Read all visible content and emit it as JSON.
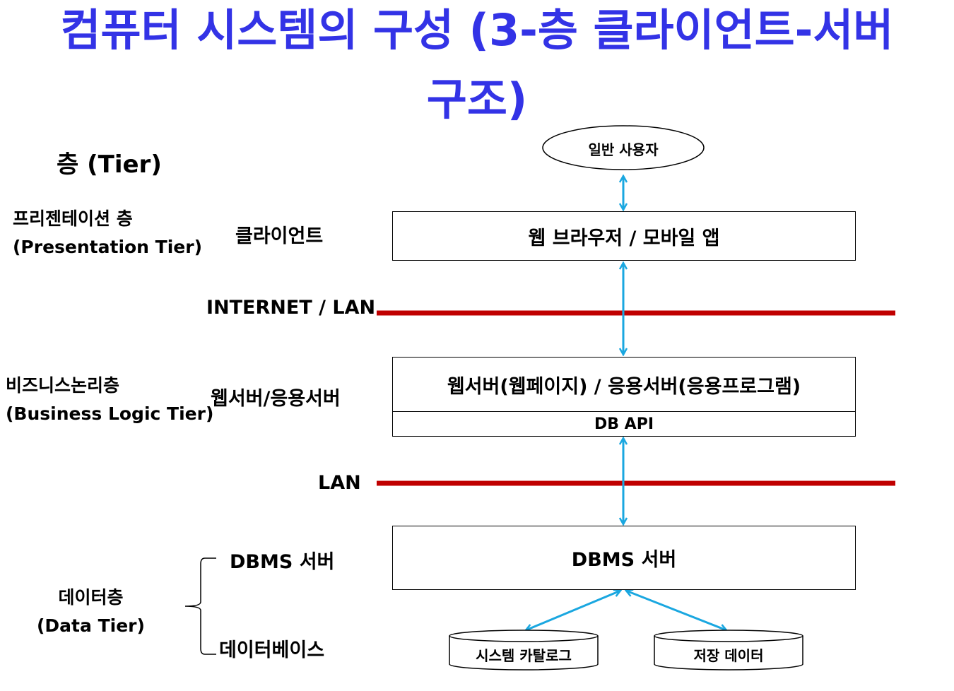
{
  "title": {
    "line1": "컴퓨터 시스템의 구성 (3-층 클라이언트-서버",
    "line2": "구조)"
  },
  "tier_header": "층 (Tier)",
  "tiers": {
    "presentation": {
      "ko": "프리젠테이션 층",
      "en": "(Presentation Tier)"
    },
    "business": {
      "ko": "비즈니스논리층",
      "en": "(Business Logic Tier)"
    },
    "data": {
      "ko": "데이터층",
      "en": "(Data Tier)"
    }
  },
  "roles": {
    "client": "클라이언트",
    "webapp_server": "웹서버/응용서버",
    "dbms_server": "DBMS 서버",
    "database": "데이터베이스"
  },
  "networks": {
    "internet_lan": "INTERNET / LAN",
    "lan": "LAN"
  },
  "nodes": {
    "user": "일반 사용자",
    "browser": "웹 브라우저 / 모바일 앱",
    "server": "웹서버(웹페이지) / 응용서버(응용프로그램)",
    "db_api": "DB API",
    "dbms": "DBMS 서버",
    "catalog": "시스템 카탈로그",
    "storage": "저장 데이터"
  },
  "colors": {
    "title": "#3333e6",
    "arrow": "#1aa7e0",
    "network_line": "#c00000"
  }
}
